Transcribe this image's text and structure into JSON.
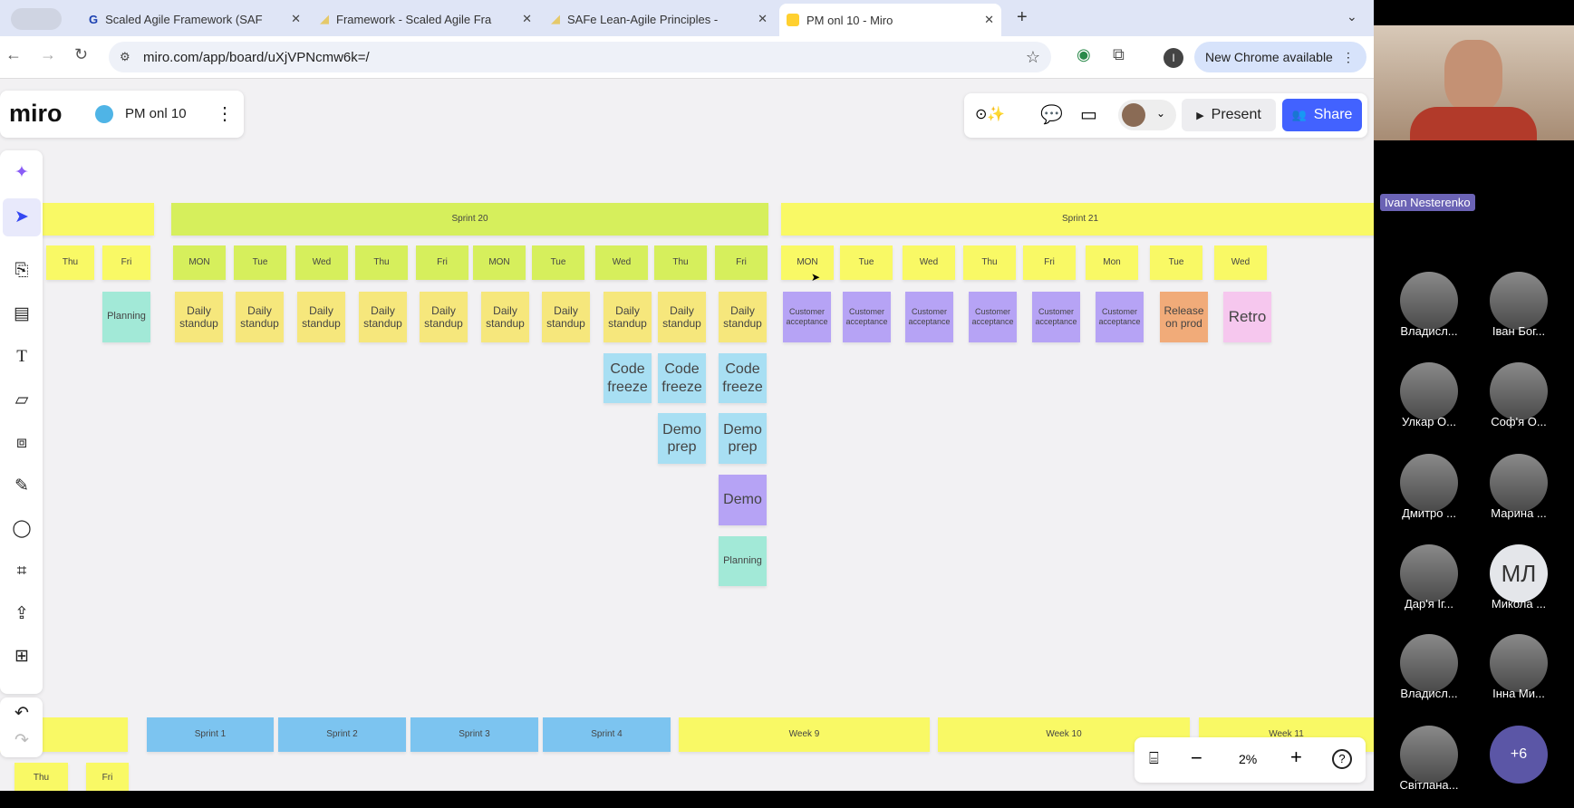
{
  "browser": {
    "tabs": [
      {
        "label": "Scaled Agile Framework (SAF",
        "icon": "G"
      },
      {
        "label": "Framework - Scaled Agile Fra"
      },
      {
        "label": "SAFe Lean-Agile Principles -"
      },
      {
        "label": "PM onl 10 - Miro"
      }
    ],
    "url": "miro.com/app/board/uXjVPNcmw6k=/",
    "update_label": "New Chrome available",
    "profile_initial": "I"
  },
  "miro": {
    "logo": "miro",
    "board_name": "PM onl 10",
    "present_label": "Present",
    "share_label": "Share",
    "zoom_level": "2%",
    "accent": "#4262ff"
  },
  "board": {
    "sprints": [
      "",
      "Sprint 20",
      "Sprint 21"
    ],
    "days": [
      "Thu",
      "Fri",
      "MON",
      "Tue",
      "Wed",
      "Thu",
      "Fri",
      "MON",
      "Tue",
      "Wed",
      "Thu",
      "Fri",
      "MON",
      "Tue",
      "Wed",
      "Thu",
      "Fri",
      "Mon",
      "Tue",
      "Wed"
    ],
    "row1": [
      "Planning",
      "Daily standup",
      "Daily standup",
      "Daily standup",
      "Daily standup",
      "Daily standup",
      "Daily standup",
      "Daily standup",
      "Daily standup",
      "Daily standup",
      "Daily standup",
      "Customer acceptance",
      "Customer acceptance",
      "Customer acceptance",
      "Customer acceptance",
      "Customer acceptance",
      "Customer acceptance",
      "Release on prod",
      "Retro"
    ],
    "code_freeze": [
      "Code freeze",
      "Code freeze",
      "Code freeze"
    ],
    "demo_prep": [
      "Demo prep",
      "Demo prep"
    ],
    "demo": "Demo",
    "planning2": "Planning",
    "bottom": [
      "",
      "Sprint 1",
      "Sprint 2",
      "Sprint 3",
      "Sprint 4",
      "Week 9",
      "Week 10",
      "Week 11"
    ],
    "bottom_days": [
      "Thu",
      "Fri"
    ]
  },
  "call": {
    "speaker": "Ivan Nesterenko",
    "participants": [
      "Владисл...",
      "Іван Бог...",
      "Улкар О...",
      "Соф'я О...",
      "Дмитро ...",
      "Марина ...",
      "Дар'я Іг...",
      "Микола ...",
      "Владисл...",
      "Інна Ми...",
      "Світлана..."
    ],
    "initials_for_mykola": "МЛ",
    "more": "+6"
  }
}
